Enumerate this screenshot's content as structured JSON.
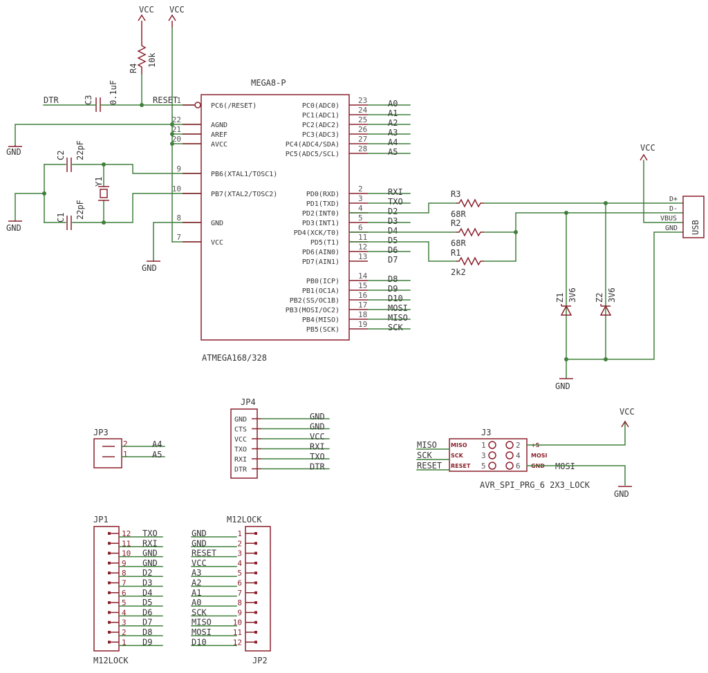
{
  "power": {
    "vcc": "VCC",
    "gnd": "GND"
  },
  "mcu": {
    "name": "MEGA8-P",
    "value": "ATMEGA168/328",
    "left_pins": [
      {
        "num": "1",
        "name": "PC6(/RESET)",
        "net": "RESET"
      },
      {
        "num": "22",
        "name": "AGND"
      },
      {
        "num": "21",
        "name": "AREF"
      },
      {
        "num": "20",
        "name": "AVCC"
      },
      {
        "num": "9",
        "name": "PB6(XTAL1/TOSC1)"
      },
      {
        "num": "10",
        "name": "PB7(XTAL2/TOSC2)"
      },
      {
        "num": "8",
        "name": "GND"
      },
      {
        "num": "7",
        "name": "VCC"
      }
    ],
    "right_pins": [
      {
        "num": "23",
        "name": "PC0(ADC0)",
        "net": "A0"
      },
      {
        "num": "24",
        "name": "PC1(ADC1)",
        "net": "A1"
      },
      {
        "num": "25",
        "name": "PC2(ADC2)",
        "net": "A2"
      },
      {
        "num": "26",
        "name": "PC3(ADC3)",
        "net": "A3"
      },
      {
        "num": "27",
        "name": "PC4(ADC4/SDA)",
        "net": "A4"
      },
      {
        "num": "28",
        "name": "PC5(ADC5/SCL)",
        "net": "A5"
      },
      {
        "num": "2",
        "name": "PD0(RXD)",
        "net": "RXI"
      },
      {
        "num": "3",
        "name": "PD1(TXD)",
        "net": "TXO"
      },
      {
        "num": "4",
        "name": "PD2(INT0)",
        "net": "D2"
      },
      {
        "num": "5",
        "name": "PD3(INT1)",
        "net": "D3"
      },
      {
        "num": "6",
        "name": "PD4(XCK/T0)",
        "net": "D4"
      },
      {
        "num": "11",
        "name": "PD5(T1)",
        "net": "D5"
      },
      {
        "num": "12",
        "name": "PD6(AIN0)",
        "net": "D6"
      },
      {
        "num": "13",
        "name": "PD7(AIN1)",
        "net": "D7"
      },
      {
        "num": "14",
        "name": "PB0(ICP)",
        "net": "D8"
      },
      {
        "num": "15",
        "name": "PB1(OC1A)",
        "net": "D9"
      },
      {
        "num": "16",
        "name": "PB2(SS/OC1B)",
        "net": "D10"
      },
      {
        "num": "17",
        "name": "PB3(MOSI/OC2)",
        "net": "MOSI"
      },
      {
        "num": "18",
        "name": "PB4(MISO)",
        "net": "MISO"
      },
      {
        "num": "19",
        "name": "PB5(SCK)",
        "net": "SCK"
      }
    ]
  },
  "passives": {
    "r4": {
      "name": "R4",
      "value": "10k"
    },
    "c3": {
      "name": "C3",
      "value": "0.1uF"
    },
    "dtr_net": "DTR",
    "c2": {
      "name": "C2",
      "value": "22pF"
    },
    "c1": {
      "name": "C1",
      "value": "22pF"
    },
    "y1": {
      "name": "Y1"
    },
    "r3": {
      "name": "R3",
      "value": "68R"
    },
    "r2": {
      "name": "R2",
      "value": "68R"
    },
    "r1": {
      "name": "R1",
      "value": "2k2"
    },
    "z1": {
      "name": "Z1",
      "value": "3V6"
    },
    "z2": {
      "name": "Z2",
      "value": "3V6"
    }
  },
  "usb": {
    "label": "USB",
    "pins": [
      "D+",
      "D-",
      "VBUS",
      "GND"
    ]
  },
  "jp3": {
    "name": "JP3",
    "pins": [
      {
        "num": "2",
        "net": "A4"
      },
      {
        "num": "1",
        "net": "A5"
      }
    ]
  },
  "jp4": {
    "name": "JP4",
    "pins": [
      {
        "name": "GND",
        "net": "GND"
      },
      {
        "name": "CTS",
        "net": "GND"
      },
      {
        "name": "VCC",
        "net": "VCC"
      },
      {
        "name": "TXO",
        "net": "RXI"
      },
      {
        "name": "RXI",
        "net": "TXO"
      },
      {
        "name": "DTR",
        "net": "DTR"
      }
    ]
  },
  "j3": {
    "name": "J3",
    "value": "AVR_SPI_PRG_6  2X3_LOCK",
    "left": [
      {
        "net": "MISO",
        "pin": "MISO",
        "num": "1"
      },
      {
        "net": "SCK",
        "pin": "SCK",
        "num": "3"
      },
      {
        "net": "RESET",
        "pin": "RESET",
        "num": "5"
      }
    ],
    "right": [
      {
        "num": "2",
        "pin": "+5",
        "net": ""
      },
      {
        "num": "4",
        "pin": "MOSI",
        "net": "MOSI"
      },
      {
        "num": "6",
        "pin": "GND",
        "net": ""
      }
    ]
  },
  "jp1": {
    "name": "JP1",
    "value": "M12LOCK",
    "pins": [
      {
        "num": "12",
        "net": "TXO"
      },
      {
        "num": "11",
        "net": "RXI"
      },
      {
        "num": "10",
        "net": "GND"
      },
      {
        "num": "9",
        "net": "GND"
      },
      {
        "num": "8",
        "net": "D2"
      },
      {
        "num": "7",
        "net": "D3"
      },
      {
        "num": "6",
        "net": "D4"
      },
      {
        "num": "5",
        "net": "D5"
      },
      {
        "num": "4",
        "net": "D6"
      },
      {
        "num": "3",
        "net": "D7"
      },
      {
        "num": "2",
        "net": "D8"
      },
      {
        "num": "1",
        "net": "D9"
      }
    ]
  },
  "jp2": {
    "name": "JP2",
    "value": "M12LOCK",
    "pins": [
      {
        "num": "1",
        "net": "GND"
      },
      {
        "num": "2",
        "net": "GND"
      },
      {
        "num": "3",
        "net": "RESET"
      },
      {
        "num": "4",
        "net": "VCC"
      },
      {
        "num": "5",
        "net": "A3"
      },
      {
        "num": "6",
        "net": "A2"
      },
      {
        "num": "7",
        "net": "A1"
      },
      {
        "num": "8",
        "net": "A0"
      },
      {
        "num": "9",
        "net": "SCK"
      },
      {
        "num": "10",
        "net": "MISO"
      },
      {
        "num": "11",
        "net": "MOSI"
      },
      {
        "num": "12",
        "net": "D10"
      }
    ]
  }
}
